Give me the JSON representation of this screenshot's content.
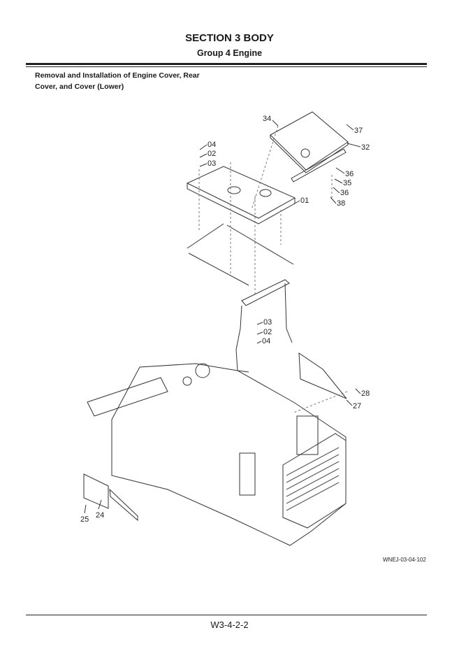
{
  "header": {
    "section_title": "SECTION 3 BODY",
    "group_title": "Group 4 Engine"
  },
  "heading": "Removal and Installation of Engine Cover, Rear Cover, and Cover (Lower)",
  "figure": {
    "callouts": [
      "34",
      "37",
      "32",
      "04",
      "02",
      "03",
      "36",
      "35",
      "36",
      "38",
      "01",
      "03",
      "02",
      "04",
      "28",
      "27",
      "25",
      "24"
    ],
    "figure_code": "WNEJ-03-04-102"
  },
  "footer": {
    "page_number": "W3-4-2-2"
  }
}
